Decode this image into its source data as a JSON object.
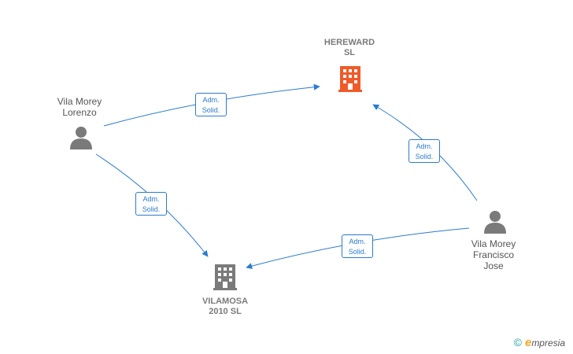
{
  "colors": {
    "edge": "#2b7bd0",
    "person_icon": "#7a7a7a",
    "company_main": "#f05a28",
    "company_other": "#7a7a7a",
    "brand_e": "#f5a623"
  },
  "nodes": {
    "hereward": {
      "line1": "HEREWARD",
      "line2": "SL",
      "icon": "building-icon"
    },
    "vilamosa": {
      "line1": "VILAMOSA",
      "line2": "2010 SL",
      "icon": "building-icon"
    },
    "lorenzo": {
      "line1": "Vila Morey",
      "line2": "Lorenzo",
      "icon": "person-icon"
    },
    "francisco": {
      "line1": "Vila Morey",
      "line2": "Francisco",
      "line3": "Jose",
      "icon": "person-icon"
    }
  },
  "edges": [
    {
      "line1": "Adm.",
      "line2": "Solid."
    },
    {
      "line1": "Adm.",
      "line2": "Solid."
    },
    {
      "line1": "Adm.",
      "line2": "Solid."
    },
    {
      "line1": "Adm.",
      "line2": "Solid."
    }
  ],
  "footer": {
    "copyright": "©",
    "brand_initial": "e",
    "brand_rest": "mpresia"
  }
}
